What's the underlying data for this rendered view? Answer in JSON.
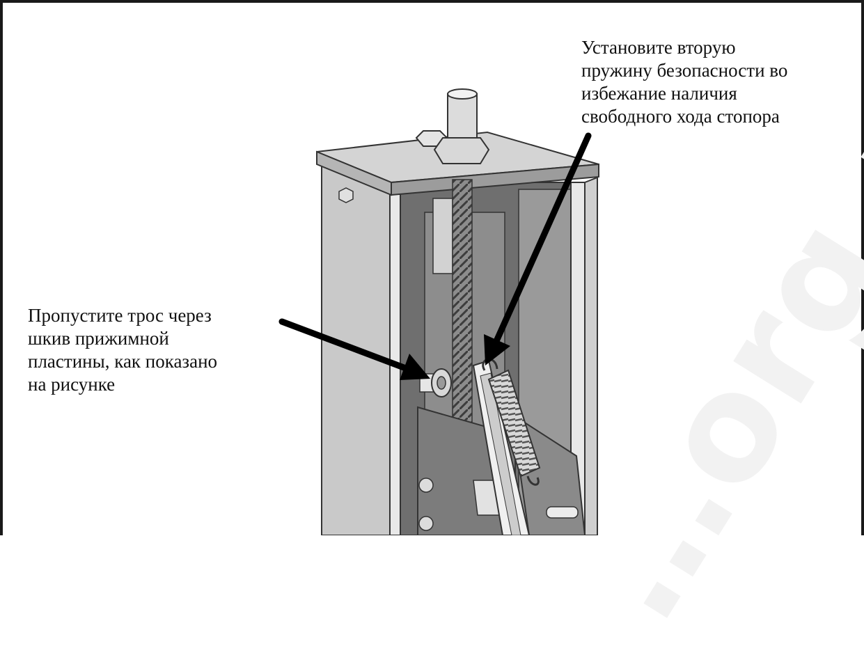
{
  "callouts": {
    "spring": "Установите вторую\nпружину безопасности во\nизбежание наличия\nсвободного хода стопора",
    "cable": "Пропустите трос через\nшкив прижимной\nпластины, как показано\nна рисунке"
  },
  "watermark": "…org.ru",
  "colors": {
    "frame": "#1a1a1a",
    "metal_light": "#e6e6e6",
    "metal_mid": "#bdbdbd",
    "metal_dark": "#7a7a7a",
    "arrow": "#000000"
  }
}
